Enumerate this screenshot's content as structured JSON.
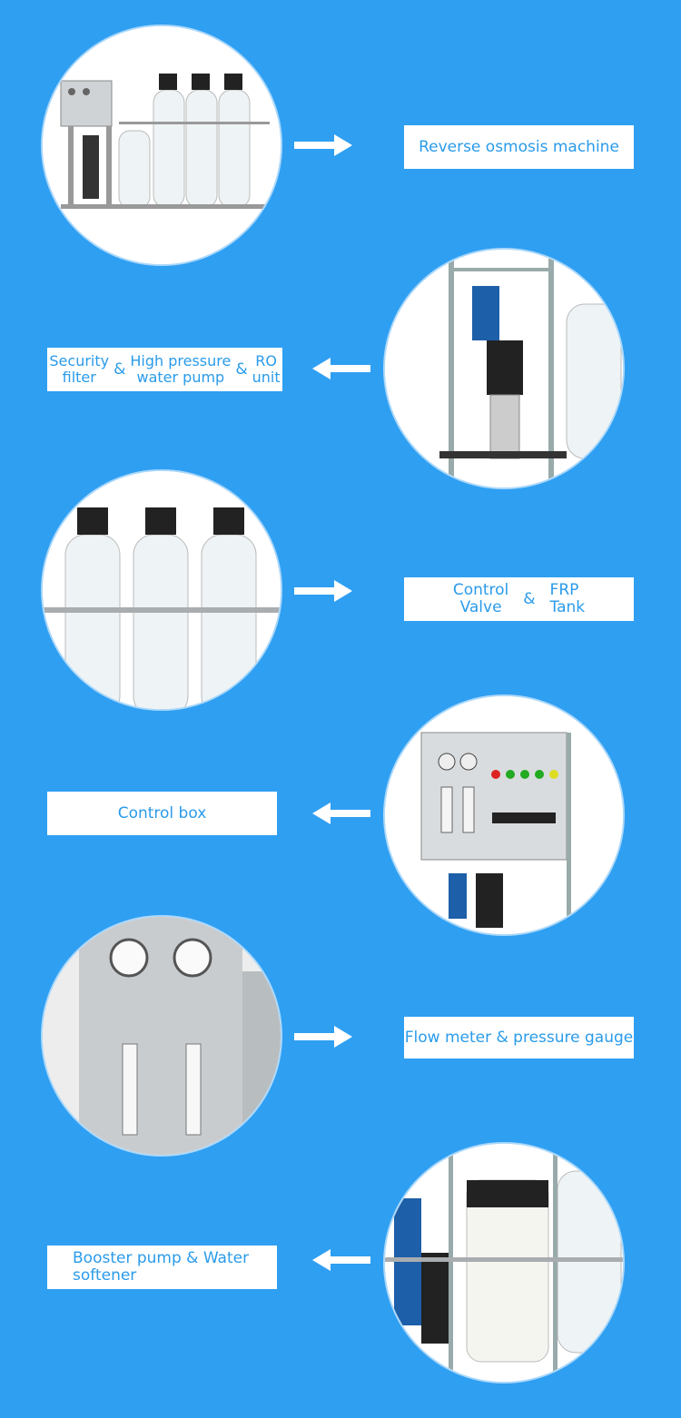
{
  "colors": {
    "background": "#2f9ff2",
    "label_text": "#2a9bea",
    "box": "#ffffff"
  },
  "sections": [
    {
      "label": "Reverse osmosis machine"
    },
    {
      "parts": [
        "Security\nfilter",
        "&",
        "High pressure\nwater pump",
        "&",
        "RO\nunit"
      ]
    },
    {
      "parts": [
        "Control\nValve",
        "&",
        "FRP\nTank"
      ]
    },
    {
      "label": "Control box"
    },
    {
      "label": "Flow meter & pressure gauge"
    },
    {
      "label": "Booster pump & Water\nsoftener"
    }
  ]
}
